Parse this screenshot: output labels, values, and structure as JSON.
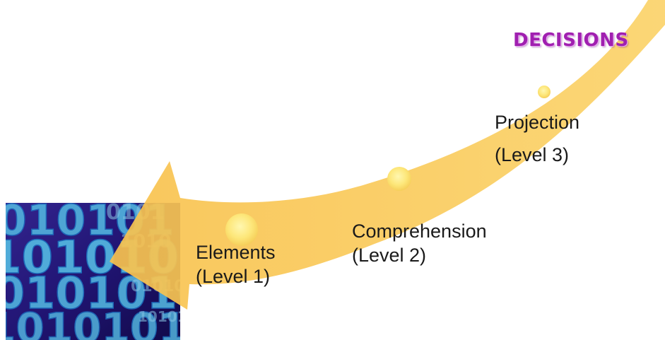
{
  "diagram": {
    "top_label": "DECISIONS",
    "levels": [
      {
        "name": "Elements",
        "sub": "(Level 1)"
      },
      {
        "name": "Comprehension",
        "sub": "(Level 2)"
      },
      {
        "name": "Projection",
        "sub": "(Level 3)"
      }
    ]
  },
  "colors": {
    "arrow": "#f9c552",
    "arrow_light": "#fde08c",
    "dot": "#fbe97a",
    "decisions_text": "#a020b0",
    "binary_bg": "#2a1c86",
    "binary_digits": "#5dd0f6"
  },
  "icons": {
    "arrow": "curved-arrow-icon",
    "image": "binary-data-image"
  }
}
